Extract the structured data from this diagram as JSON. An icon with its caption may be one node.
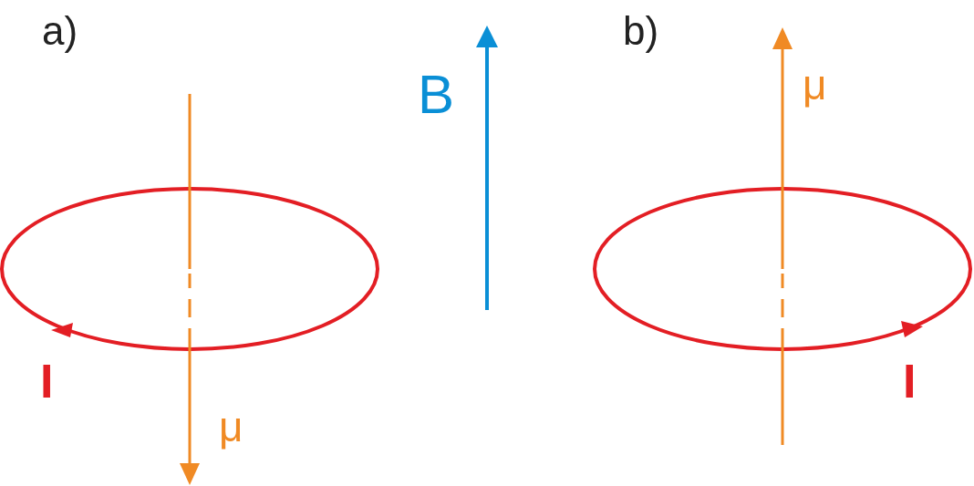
{
  "diagram": {
    "labels": [
      "a)",
      "b)",
      "μ",
      "B",
      "I",
      "I",
      "μ"
    ]
  }
}
